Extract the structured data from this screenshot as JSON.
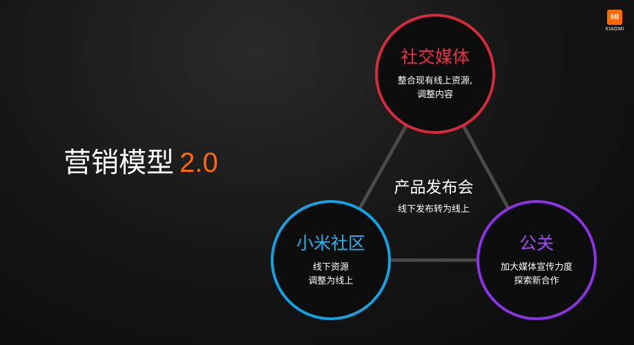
{
  "logo": {
    "mark": "MI",
    "text": "XIAOMI"
  },
  "title": {
    "main": "营销模型",
    "version": "2.0"
  },
  "nodes": {
    "social": {
      "name": "社交媒体",
      "line1": "整合现有线上资源,",
      "line2": "调整内容"
    },
    "community": {
      "name": "小米社区",
      "line1": "线下资源",
      "line2": "调整为线上"
    },
    "pr": {
      "name": "公关",
      "line1": "加大媒体宣传力度",
      "line2": "探索新合作"
    },
    "center": {
      "name": "产品发布会",
      "line1": "线下发布转为线上"
    }
  },
  "colors": {
    "accent": "#ff6a00",
    "social": "#d82a3b",
    "community": "#13a3e2",
    "pr": "#8c33e6",
    "connector": "#4a4a4a"
  }
}
